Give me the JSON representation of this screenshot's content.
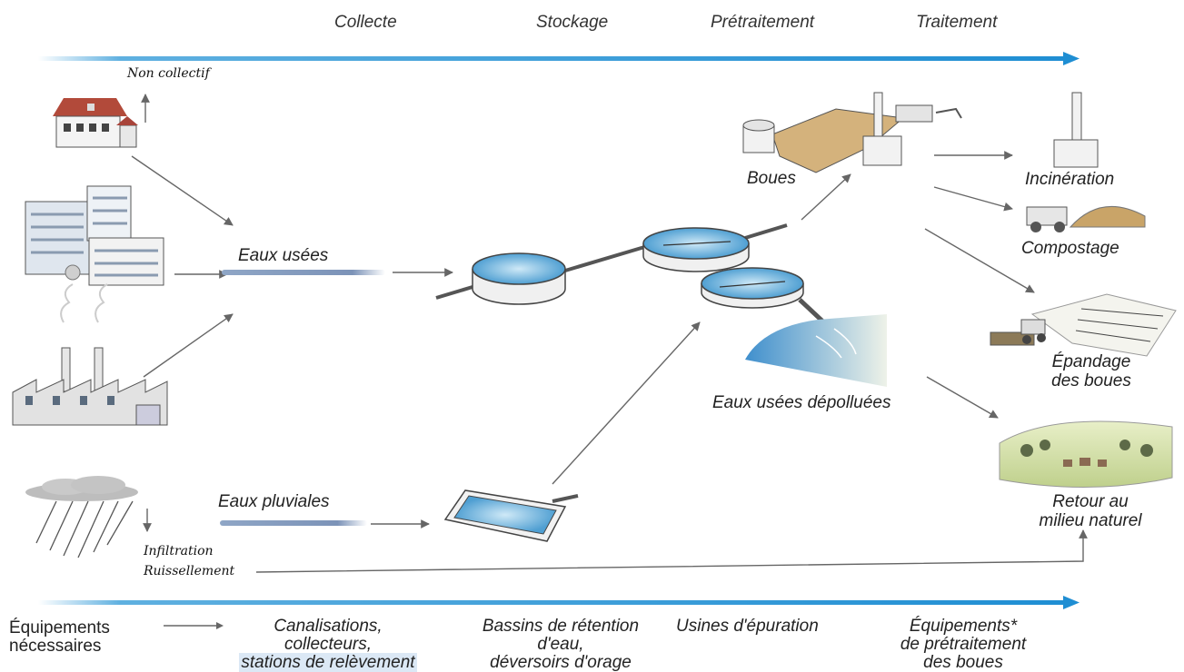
{
  "stages": [
    "Collecte",
    "Stockage",
    "Prétraitement",
    "Traitement"
  ],
  "labels": {
    "non_collectif": "Non collectif",
    "eaux_usees": "Eaux usées",
    "eaux_pluviales": "Eaux pluviales",
    "infiltration": "Infiltration",
    "ruissellement": "Ruissellement",
    "boues": "Boues",
    "eaux_usees_depolluees": "Eaux usées dépolluées",
    "incineration": "Incinération",
    "compostage": "Compostage",
    "epandage_1": "Épandage",
    "epandage_2": "des boues",
    "retour_1": "Retour au",
    "retour_2": "milieu naturel"
  },
  "equipment": {
    "heading_1": "Équipements",
    "heading_2": "nécessaires",
    "canal_1": "Canalisations,",
    "canal_2": "collecteurs,",
    "canal_3": "stations de relèvement",
    "bassins_1": "Bassins de rétention",
    "bassins_2": "d'eau,",
    "bassins_3": "déversoirs d'orage",
    "usines": "Usines d'épuration",
    "pretrait_1": "Équipements*",
    "pretrait_2": "de prétraitement",
    "pretrait_3": "des boues"
  },
  "colors": {
    "arrow_blue": "#2a90d0",
    "water": "#5aa8d8",
    "line_grey": "#666666"
  }
}
